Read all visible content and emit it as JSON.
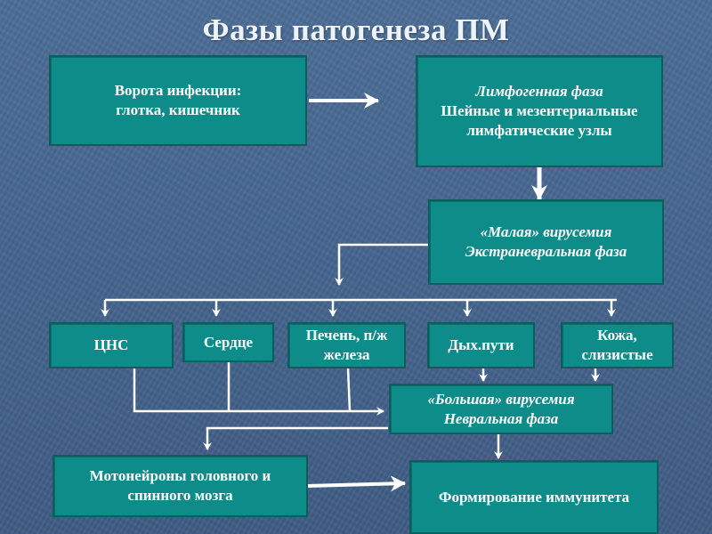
{
  "title": "Фазы патогенеза ПМ",
  "colors": {
    "background": "#46668f",
    "box_fill": "#0e8c8a",
    "box_border": "#0a5f5d",
    "text": "#ffffff",
    "arrows": "#ffffff"
  },
  "nodes": {
    "entry": {
      "line1": "Ворота инфекции:",
      "line2": "глотка, кишечник"
    },
    "lymph": {
      "line1": "Лимфогенная фаза",
      "line2": "Шейные и мезентериальные",
      "line3": "лимфатические узлы"
    },
    "minor_viremia": {
      "line1": "«Малая» вирусемия",
      "line2": "Экстраневральная фаза"
    },
    "cns": {
      "label": "ЦНС"
    },
    "heart": {
      "label": "Сердце"
    },
    "liver": {
      "line1": "Печень, п/ж",
      "line2": "железа"
    },
    "airways": {
      "label": "Дых.пути"
    },
    "skin": {
      "line1": "Кожа,",
      "line2": "слизистые"
    },
    "major_viremia": {
      "line1": "«Большая» вирусемия",
      "line2": "Невральная фаза"
    },
    "motoneurons": {
      "line1": "Мотонейроны головного и",
      "line2": "спинного мозга"
    },
    "immunity": {
      "label": "Формирование иммунитета"
    }
  },
  "edges": [
    [
      "entry",
      "lymph"
    ],
    [
      "lymph",
      "minor_viremia"
    ],
    [
      "minor_viremia",
      "cns"
    ],
    [
      "minor_viremia",
      "heart"
    ],
    [
      "minor_viremia",
      "liver"
    ],
    [
      "minor_viremia",
      "airways"
    ],
    [
      "minor_viremia",
      "skin"
    ],
    [
      "cns",
      "major_viremia"
    ],
    [
      "heart",
      "major_viremia"
    ],
    [
      "liver",
      "major_viremia"
    ],
    [
      "airways",
      "major_viremia"
    ],
    [
      "skin",
      "major_viremia"
    ],
    [
      "major_viremia",
      "motoneurons"
    ],
    [
      "major_viremia",
      "immunity"
    ],
    [
      "motoneurons",
      "immunity"
    ]
  ]
}
